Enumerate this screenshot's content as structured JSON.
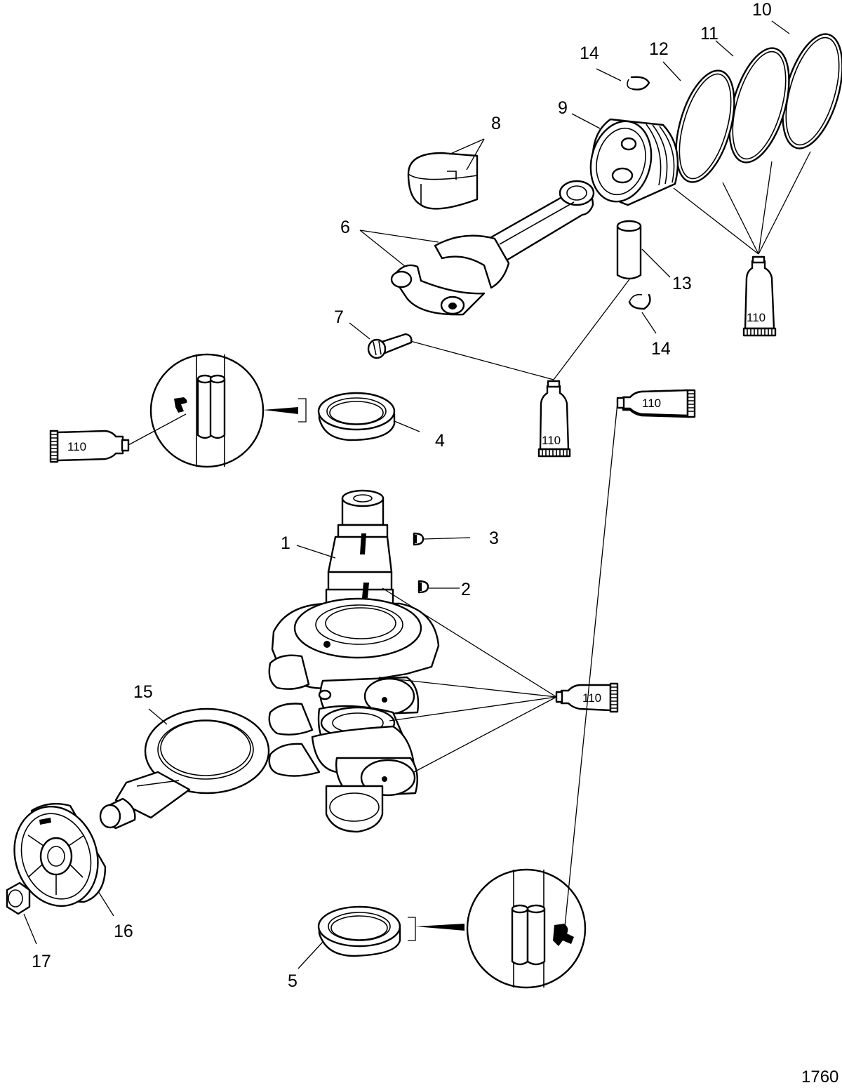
{
  "figure_number": "1760",
  "callouts": [
    {
      "id": "c1",
      "text": "1"
    },
    {
      "id": "c2",
      "text": "2"
    },
    {
      "id": "c3",
      "text": "3"
    },
    {
      "id": "c4",
      "text": "4"
    },
    {
      "id": "c5",
      "text": "5"
    },
    {
      "id": "c6",
      "text": "6"
    },
    {
      "id": "c7",
      "text": "7"
    },
    {
      "id": "c8",
      "text": "8"
    },
    {
      "id": "c9",
      "text": "9"
    },
    {
      "id": "c10",
      "text": "10"
    },
    {
      "id": "c11",
      "text": "11"
    },
    {
      "id": "c12",
      "text": "12"
    },
    {
      "id": "c13",
      "text": "13"
    },
    {
      "id": "c14a",
      "text": "14"
    },
    {
      "id": "c14b",
      "text": "14"
    },
    {
      "id": "c15",
      "text": "15"
    },
    {
      "id": "c16",
      "text": "16"
    },
    {
      "id": "c17",
      "text": "17"
    }
  ],
  "lubricant_tube_label": "110"
}
